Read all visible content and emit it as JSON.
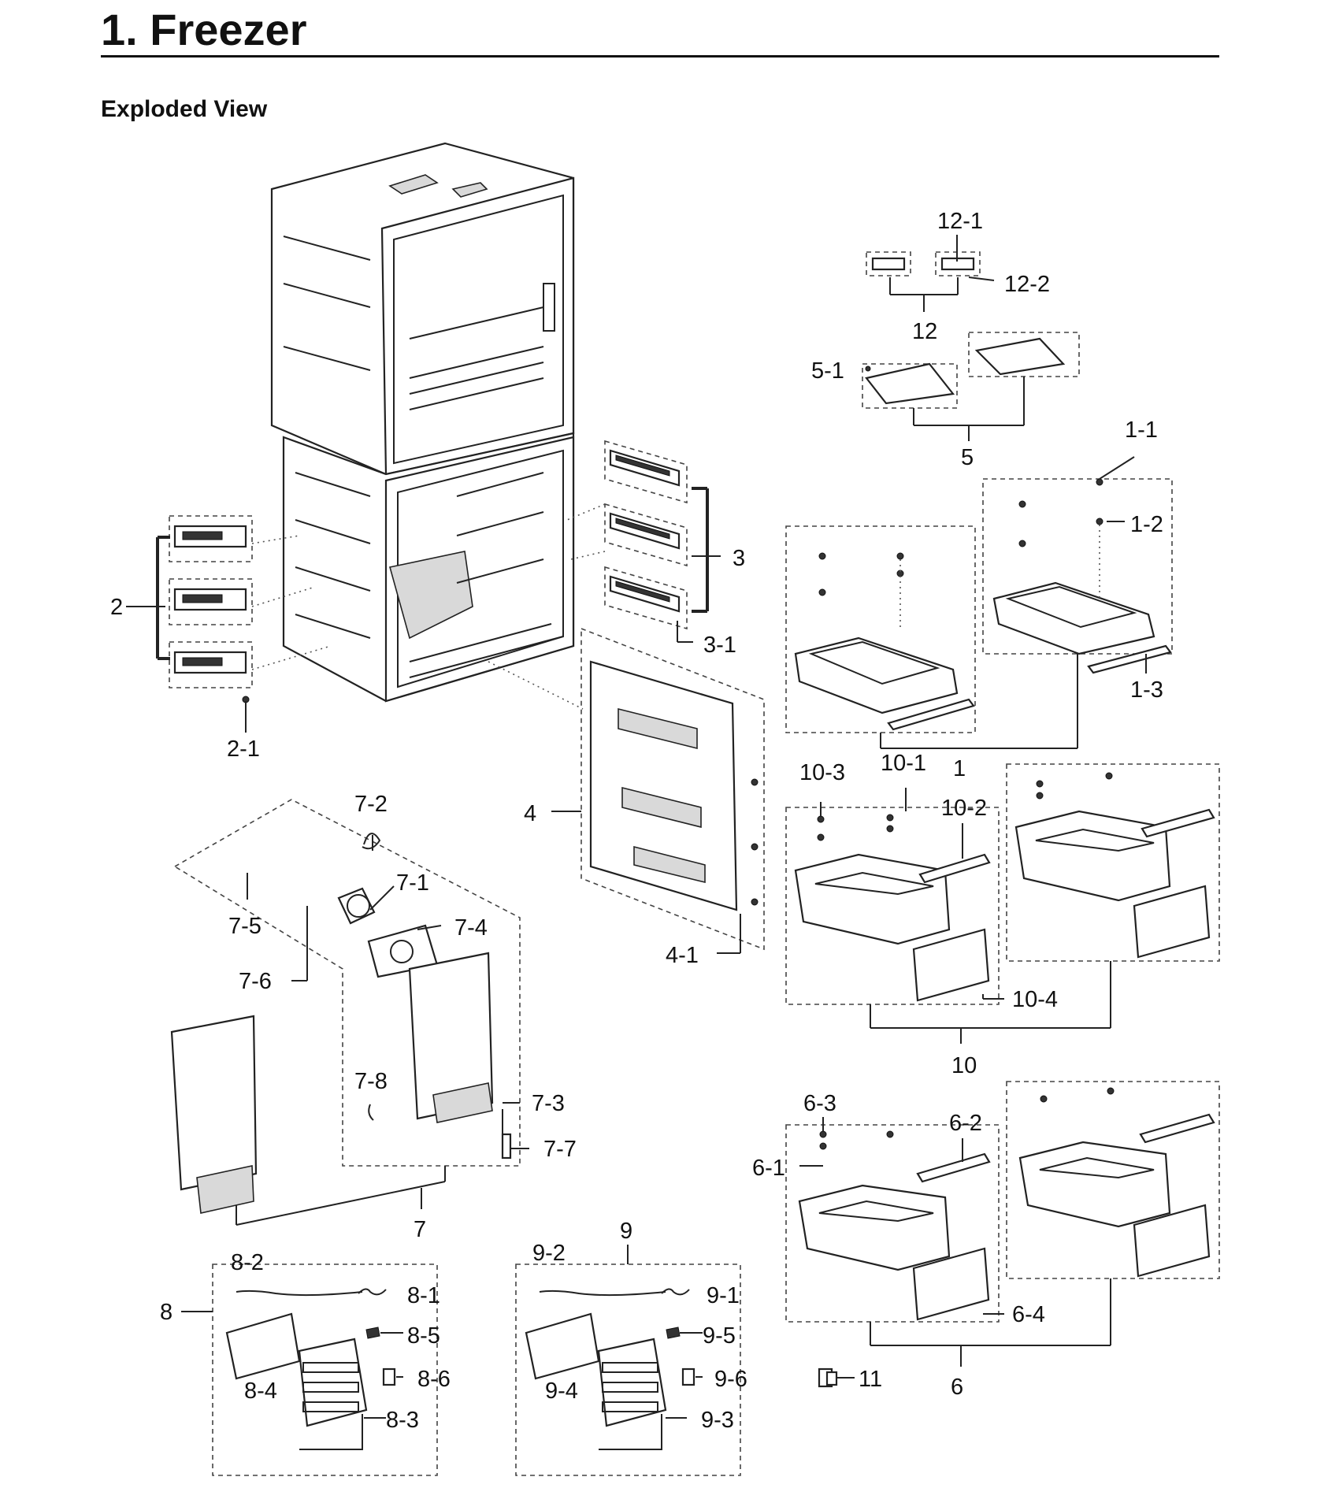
{
  "header": {
    "title": "1.  Freezer",
    "subtitle": "Exploded View"
  },
  "callouts": [
    "12-1",
    "12-2",
    "12",
    "5-1",
    "5",
    "1-1",
    "1-2",
    "1-3",
    "1",
    "2",
    "2-1",
    "3",
    "3-1",
    "4",
    "4-1",
    "7-2",
    "7-1",
    "7-5",
    "7-4",
    "7-6",
    "7-8",
    "7-3",
    "7-7",
    "7",
    "10-3",
    "10-1",
    "10-2",
    "10-4",
    "10",
    "6-3",
    "6-2",
    "6-1",
    "6-4",
    "6",
    "11",
    "9",
    "9-2",
    "9-1",
    "9-5",
    "9-6",
    "9-4",
    "9-3",
    "8-2",
    "8-1",
    "8",
    "8-5",
    "8-6",
    "8-4",
    "8-3"
  ]
}
